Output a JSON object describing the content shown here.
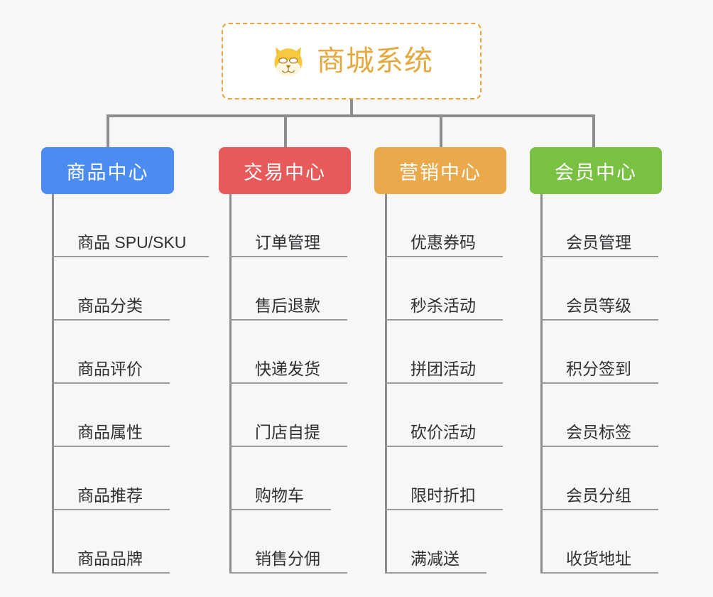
{
  "page": {
    "background_color": "#f7f7f8",
    "connector_color": "#8d8d8d",
    "leaf_text_color": "#303133"
  },
  "root": {
    "title": "商城系统",
    "icon": "dog-face-emoji",
    "border_color": "#e8a33d",
    "text_color": "#e4a93f",
    "background_color": "#ffffff"
  },
  "columns": [
    {
      "header": "商品中心",
      "color": "#4a8cf0",
      "items": [
        "商品 SPU/SKU",
        "商品分类",
        "商品评价",
        "商品属性",
        "商品推荐",
        "商品品牌"
      ]
    },
    {
      "header": "交易中心",
      "color": "#e8595a",
      "items": [
        "订单管理",
        "售后退款",
        "快递发货",
        "门店自提",
        "购物车",
        "销售分佣"
      ]
    },
    {
      "header": "营销中心",
      "color": "#eaa94a",
      "items": [
        "优惠券码",
        "秒杀活动",
        "拼团活动",
        "砍价活动",
        "限时折扣",
        "满减送"
      ]
    },
    {
      "header": "会员中心",
      "color": "#79c142",
      "items": [
        "会员管理",
        "会员等级",
        "积分签到",
        "会员标签",
        "会员分组",
        "收货地址"
      ]
    }
  ]
}
